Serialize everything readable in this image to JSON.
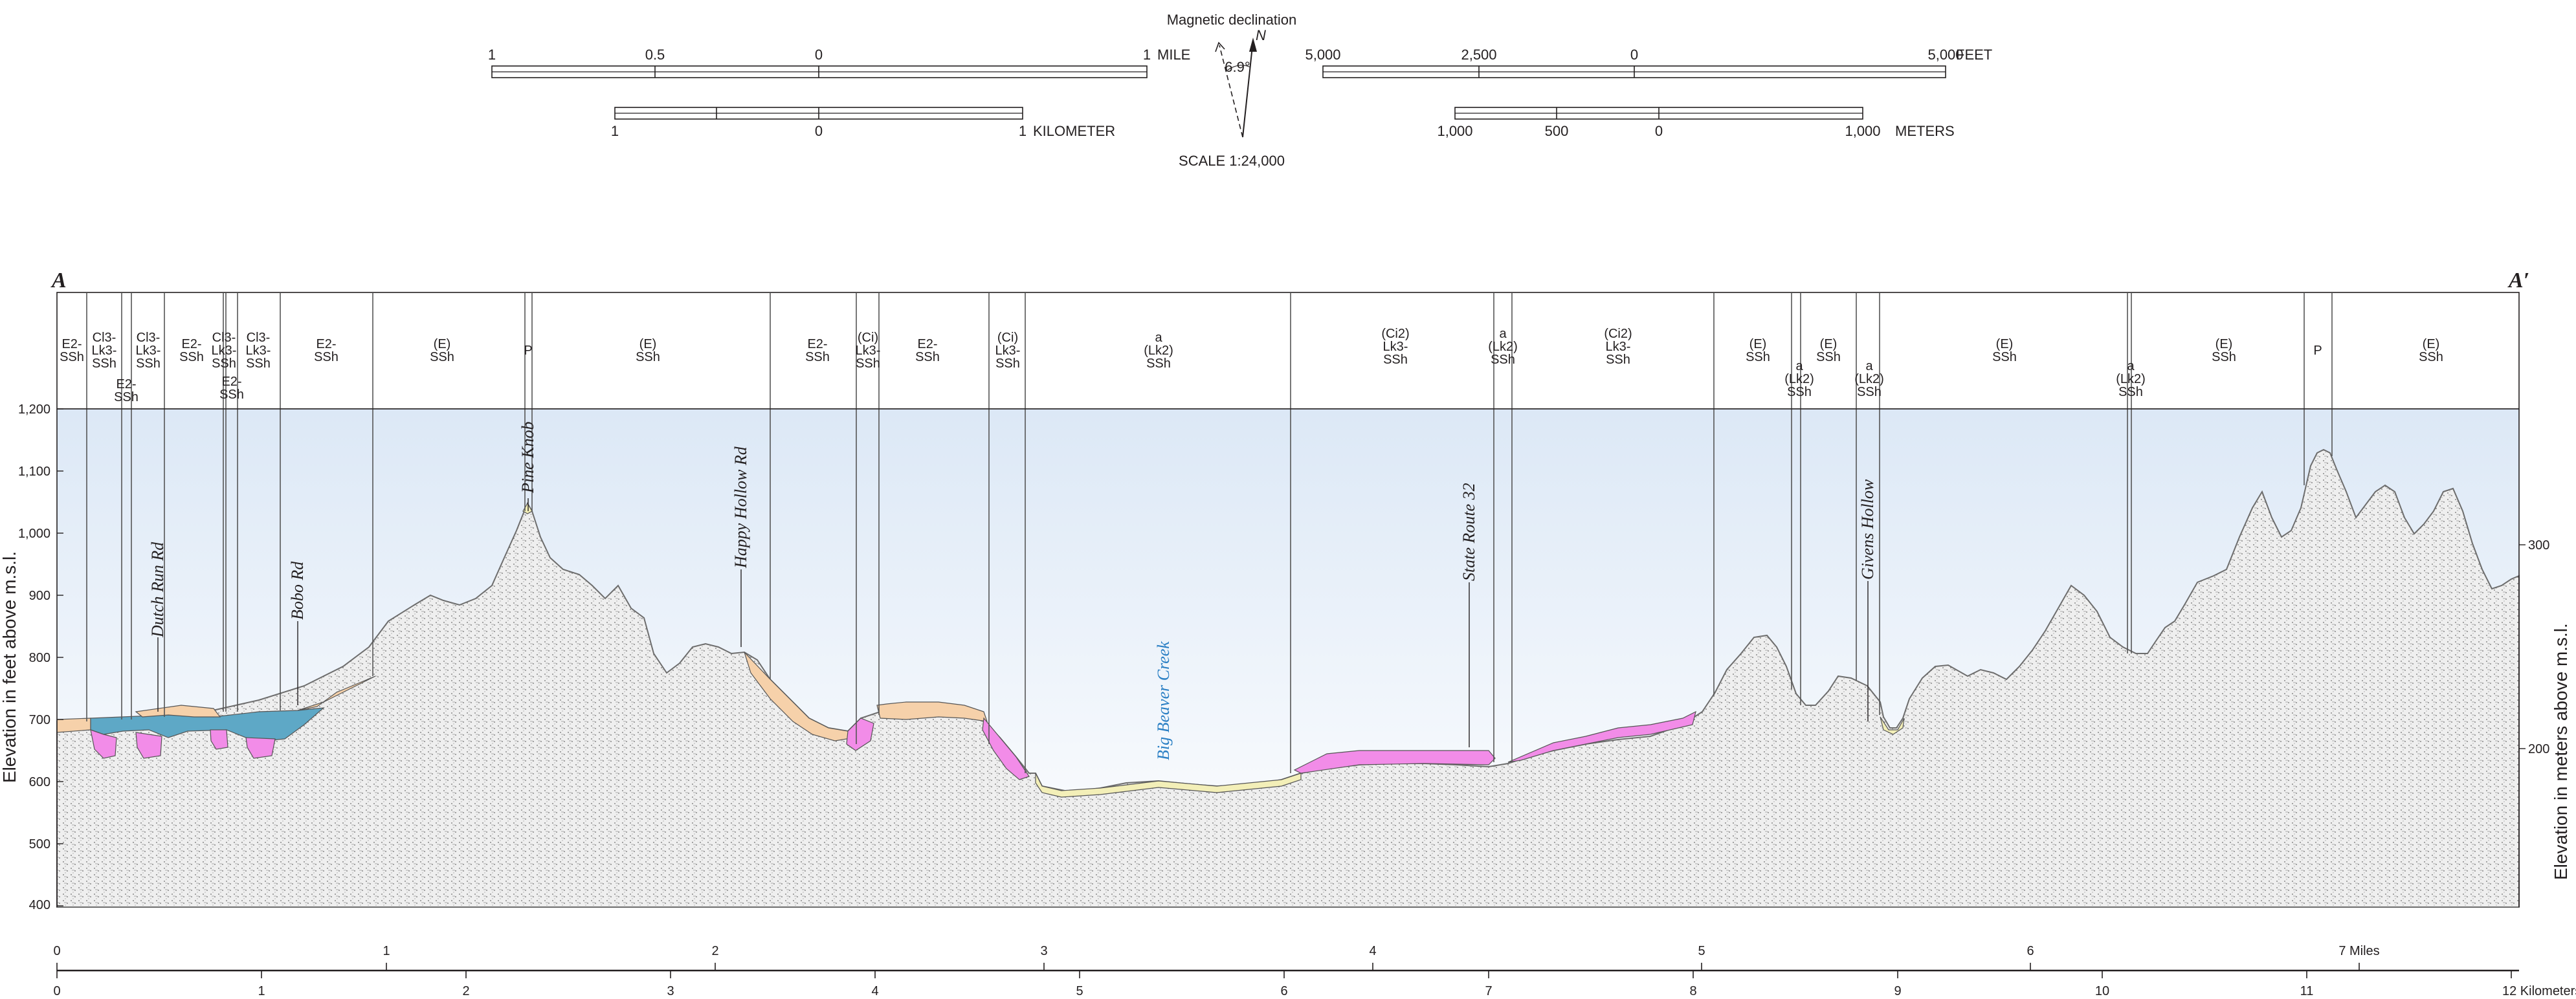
{
  "section": {
    "start_label": "A",
    "end_label": "A′"
  },
  "scale": {
    "declination_title": "Magnetic declination",
    "north_label": "N",
    "declination_value": "6.9°",
    "scale_text": "SCALE 1:24,000",
    "mile_ticks": [
      "1",
      "0.5",
      "0",
      "1"
    ],
    "mile_unit": "MILE",
    "km_ticks": [
      "1",
      "0",
      "1"
    ],
    "km_unit": "KILOMETER",
    "feet_ticks": [
      "5,000",
      "2,500",
      "0",
      "5,000"
    ],
    "feet_unit": "FEET",
    "meter_ticks": [
      "1,000",
      "500",
      "0",
      "1,000"
    ],
    "meter_unit": "METERS"
  },
  "axes": {
    "left_title": "Elevation in feet above m.s.l.",
    "right_title": "Elevation in meters above m.s.l.",
    "feet_ticks": [
      "1,200",
      "1,100",
      "1,000",
      "900",
      "800",
      "700",
      "600",
      "500",
      "400"
    ],
    "meter_ticks": [
      "300",
      "200"
    ],
    "mile_ticks": [
      "0",
      "1",
      "2",
      "3",
      "4",
      "5",
      "6",
      "7 Miles"
    ],
    "km_ticks": [
      "0",
      "1",
      "2",
      "3",
      "4",
      "5",
      "6",
      "7",
      "8",
      "9",
      "10",
      "11",
      "12 Kilometers"
    ]
  },
  "units": {
    "u1": [
      "E2-",
      "SSh"
    ],
    "u2": [
      "Cl3-",
      "Lk3-",
      "SSh"
    ],
    "u3": [
      "E2-",
      "SSh"
    ],
    "u4": [
      "Cl3-",
      "Lk3-",
      "SSh"
    ],
    "u5": [
      "E2-",
      "SSh"
    ],
    "u6": [
      "Cl3-",
      "Lk3-",
      "SSh"
    ],
    "u7": [
      "E2-",
      "SSh"
    ],
    "u8": [
      "Cl3-",
      "Lk3-",
      "SSh"
    ],
    "u9": [
      "E2-",
      "SSh"
    ],
    "u10": [
      "(E)",
      "SSh"
    ],
    "u11": [
      "P"
    ],
    "u12": [
      "(E)",
      "SSh"
    ],
    "u13": [
      "E2-",
      "SSh"
    ],
    "u14": [
      "(Ci)",
      "Lk3-",
      "SSh"
    ],
    "u15": [
      "E2-",
      "SSh"
    ],
    "u16": [
      "(Ci)",
      "Lk3-",
      "SSh"
    ],
    "u17": [
      "a",
      "(Lk2)",
      "SSh"
    ],
    "u18": [
      "(Ci2)",
      "Lk3-",
      "SSh"
    ],
    "u19": [
      "a",
      "(Lk2)",
      "SSh"
    ],
    "u20": [
      "(Ci2)",
      "Lk3-",
      "SSh"
    ],
    "u21": [
      "(E)",
      "SSh"
    ],
    "u22": [
      "a",
      "(Lk2)",
      "SSh"
    ],
    "u23": [
      "(E)",
      "SSh"
    ],
    "u24": [
      "a",
      "(Lk2)",
      "SSh"
    ],
    "u25": [
      "(E)",
      "SSh"
    ],
    "u26": [
      "a",
      "(Lk2)",
      "SSh"
    ],
    "u27": [
      "(E)",
      "SSh"
    ],
    "u28": [
      "P"
    ],
    "u29": [
      "(E)",
      "SSh"
    ]
  },
  "features": {
    "dutch_run": "Dutch Run Rd",
    "bobo": "Bobo Rd",
    "pine_knob": "Pine Knob",
    "happy_hollow": "Happy Hollow Rd",
    "big_beaver": "Big Beaver Creek",
    "route32": "State Route 32",
    "givens": "Givens Hollow"
  },
  "colors": {
    "sky_top": "#dce8f6",
    "bedrock": "#ececec",
    "unit_blue": "#5ea8c6",
    "unit_magenta": "#f28ce8",
    "unit_peach": "#f6d1aa",
    "unit_yellow": "#f3efb8",
    "creek_text": "#2a7fc4"
  }
}
